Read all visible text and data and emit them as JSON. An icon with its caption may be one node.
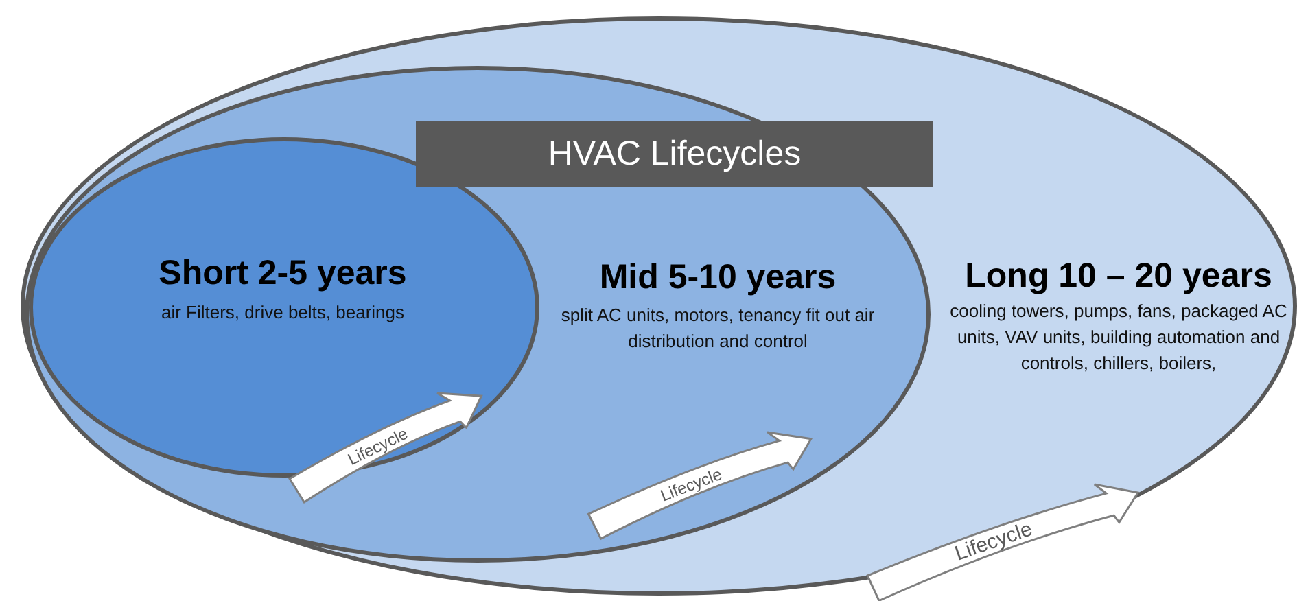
{
  "diagram": {
    "title": "HVAC Lifecycles",
    "nodes": [
      {
        "text": [
          "Long 10 – 20 years",
          "cooling towers, pumps, fans, packaged AC units, VAV units, building automation and controls, chillers, boilers,"
        ]
      },
      {
        "text": [
          "Mid 5-10 years",
          "split AC units, motors, tenancy fit out air distribution and control"
        ],
        "in": 0
      },
      {
        "text": [
          "Short 2-5 years",
          "air Filters, drive belts, bearings"
        ],
        "in": 1
      }
    ],
    "labels": [
      "Lifecycle",
      "Lifecycle",
      "Lifecycle"
    ]
  }
}
